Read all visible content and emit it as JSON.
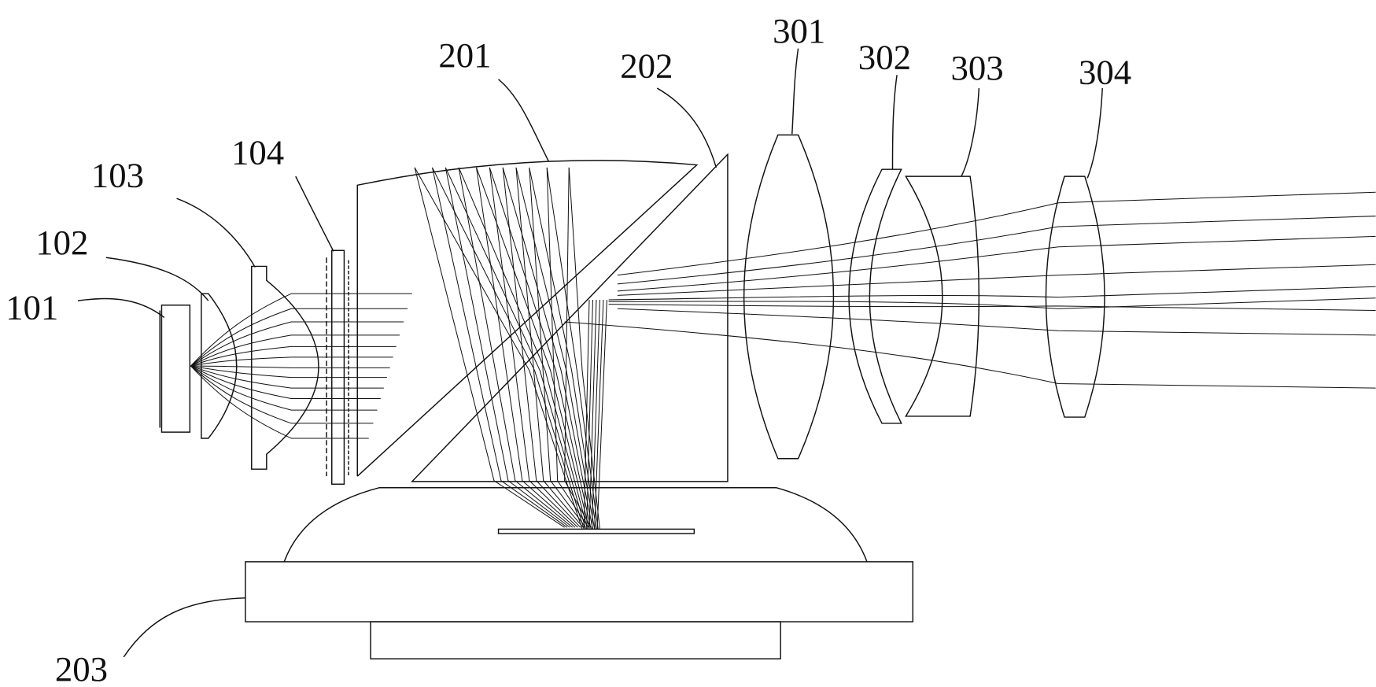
{
  "labels": {
    "l101": "101",
    "l102": "102",
    "l103": "103",
    "l104": "104",
    "l201": "201",
    "l202": "202",
    "l203": "203",
    "l301": "301",
    "l302": "302",
    "l303": "303",
    "l304": "304"
  },
  "colors": {
    "line": "#111111",
    "background": "#ffffff"
  }
}
